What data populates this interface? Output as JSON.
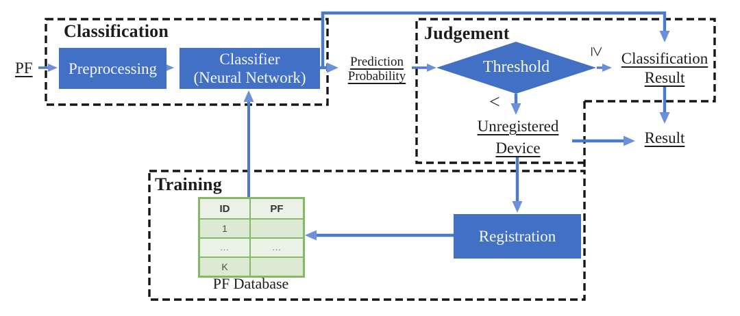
{
  "classification": {
    "title": "Classification",
    "preprocessing_label": "Preprocessing",
    "classifier_lines": [
      "Classifier",
      "(Neural Network)"
    ]
  },
  "io": {
    "pf_label": "PF",
    "prediction_probability_lines": [
      "Prediction",
      "Probability"
    ],
    "result_label": "Result"
  },
  "judgement": {
    "title": "Judgement",
    "threshold_label": "Threshold",
    "geq_symbol": "≥",
    "lt_symbol": "<",
    "classification_result_lines": [
      "Classification",
      "Result"
    ],
    "unregistered_device_lines": [
      "Unregistered",
      "Device"
    ]
  },
  "training": {
    "title": "Training",
    "registration_label": "Registration",
    "database_caption": "PF Database",
    "table": {
      "headers": [
        "ID",
        "PF"
      ],
      "rows": [
        [
          "1",
          ""
        ],
        [
          "...",
          "..."
        ],
        [
          "K",
          ""
        ]
      ]
    }
  },
  "colors": {
    "process_blue": "#4170C4",
    "arrow_blue": "#4B79CC",
    "arrowhead_blue": "#6B90D9",
    "dashed_border": "#161616",
    "table_border_green": "#84B864",
    "table_fill_light": "#EBF1E6",
    "table_fill_dark": "#DCE9D3"
  }
}
